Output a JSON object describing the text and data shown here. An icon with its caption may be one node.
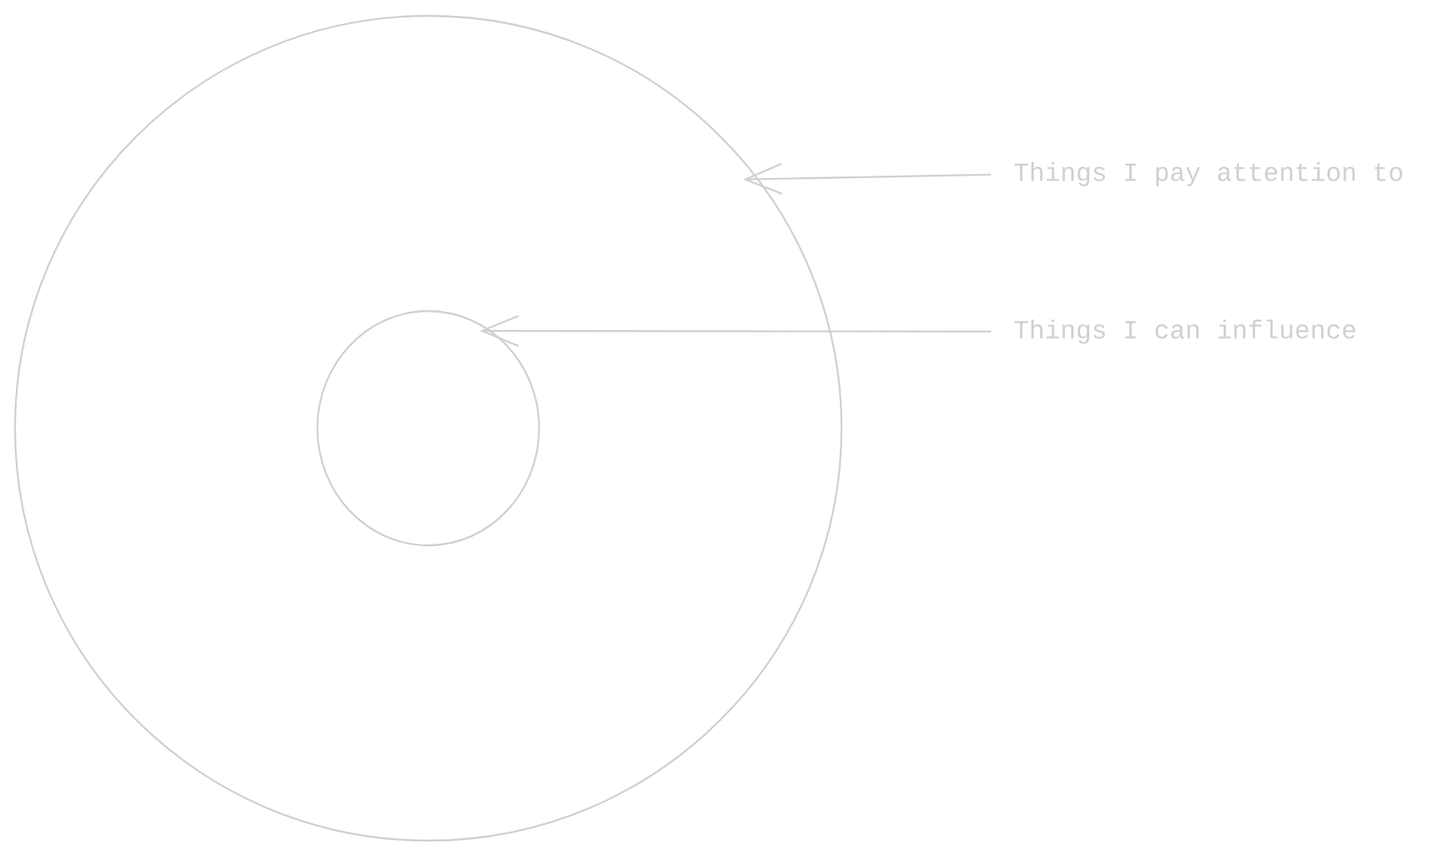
{
  "diagram": {
    "nodes": [
      {
        "text": [],
        "shape": "circle"
      },
      {
        "text": [],
        "shape": "circle",
        "in": 0
      },
      {
        "text": [
          "Things I pay attention to"
        ]
      },
      {
        "text": [
          "Things I can influence"
        ]
      }
    ],
    "edges": [
      {
        "from": 2,
        "to": 0,
        "arrow": "to"
      },
      {
        "from": 3,
        "to": 1,
        "arrow": "to"
      }
    ]
  }
}
